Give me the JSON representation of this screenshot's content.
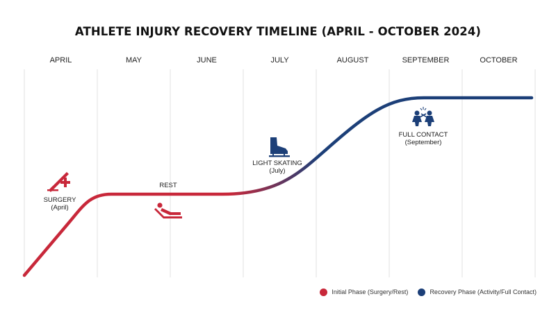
{
  "title": "ATHLETE INJURY RECOVERY TIMELINE (APRIL - OCTOBER 2024)",
  "months": [
    "APRIL",
    "MAY",
    "JUNE",
    "JULY",
    "AUGUST",
    "SEPTEMBER",
    "OCTOBER"
  ],
  "phases": [
    {
      "id": "surgery",
      "label": "SURGERY",
      "sublabel": "(April)",
      "icon": "scalpel-medical-cross-icon",
      "color": "#c8283a"
    },
    {
      "id": "rest",
      "label": "REST",
      "sublabel": "",
      "icon": "reclining-person-icon",
      "color": "#c8283a"
    },
    {
      "id": "light-skating",
      "label": "LIGHT SKATING",
      "sublabel": "(July)",
      "icon": "ice-skate-icon",
      "color": "#1c3f78"
    },
    {
      "id": "full-contact",
      "label": "FULL CONTACT",
      "sublabel": "(September)",
      "icon": "hockey-players-icon",
      "color": "#1c3f78"
    }
  ],
  "legend": [
    {
      "label": "Initial Phase (Surgery/Rest)",
      "color": "#c8283a"
    },
    {
      "label": "Recovery Phase (Activity/Full Contact)",
      "color": "#1c3f78"
    }
  ],
  "colors": {
    "initial": "#c8283a",
    "recovery": "#1c3f78",
    "grid": "#e2e2e2"
  }
}
